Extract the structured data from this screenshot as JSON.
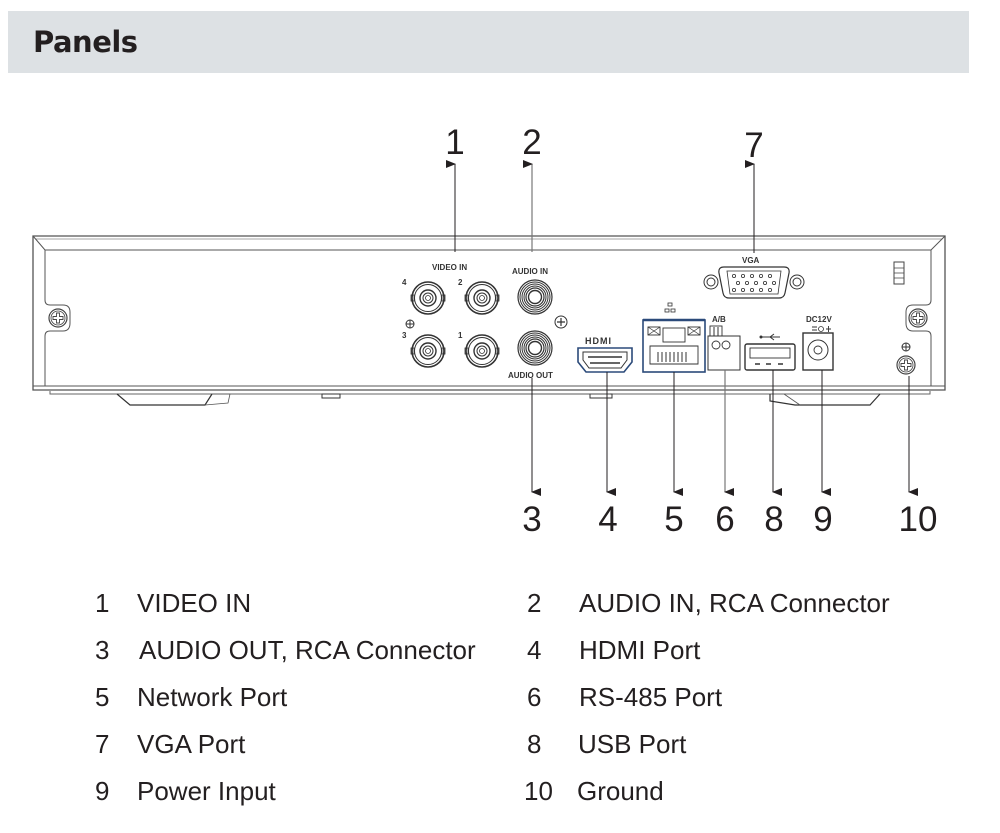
{
  "header": {
    "title": "Panels"
  },
  "diagram": {
    "panel_labels": {
      "video_in": "VIDEO IN",
      "audio_in": "AUDIO IN",
      "audio_out": "AUDIO OUT",
      "hdmi": "HDMI",
      "rs485": "A/B",
      "vga": "VGA",
      "dc": "DC12V",
      "bnc_channels": [
        "4",
        "2",
        "3",
        "1"
      ]
    },
    "callouts_top": [
      "1",
      "2",
      "7"
    ],
    "callouts_bottom": [
      "3",
      "4",
      "5",
      "6",
      "8",
      "9",
      "10"
    ]
  },
  "legend": [
    {
      "number": "1",
      "label": "VIDEO IN"
    },
    {
      "number": "2",
      "label": "AUDIO IN, RCA Connector"
    },
    {
      "number": "3",
      "label": "AUDIO OUT, RCA Connector"
    },
    {
      "number": "4",
      "label": "HDMI Port"
    },
    {
      "number": "5",
      "label": "Network Port"
    },
    {
      "number": "6",
      "label": "RS-485 Port"
    },
    {
      "number": "7",
      "label": "VGA Port"
    },
    {
      "number": "8",
      "label": "USB Port"
    },
    {
      "number": "9",
      "label": "Power Input"
    },
    {
      "number": "10",
      "label": "Ground"
    }
  ]
}
